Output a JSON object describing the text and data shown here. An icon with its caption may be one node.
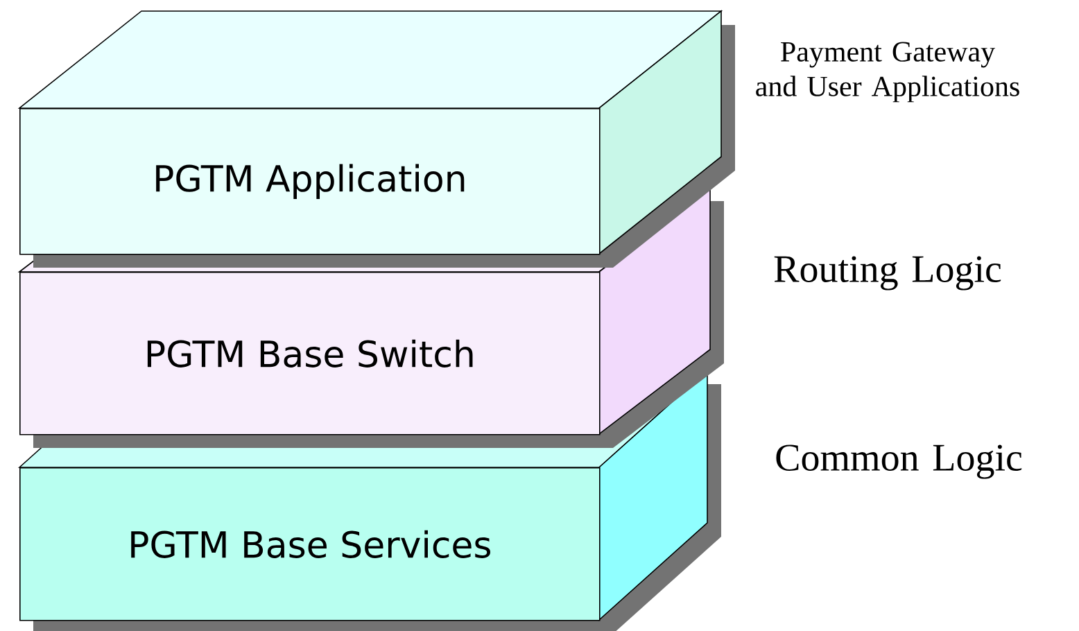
{
  "diagram": {
    "nodes": [
      {
        "text": [
          "PGTM Application"
        ],
        "beside": [
          "Payment Gateway and User Applications"
        ]
      },
      {
        "text": [
          "PGTM Base Switch"
        ],
        "beside": [
          "Routing Logic"
        ]
      },
      {
        "text": [
          "PGTM Base Services"
        ],
        "beside": [
          "Common Logic"
        ]
      }
    ]
  }
}
